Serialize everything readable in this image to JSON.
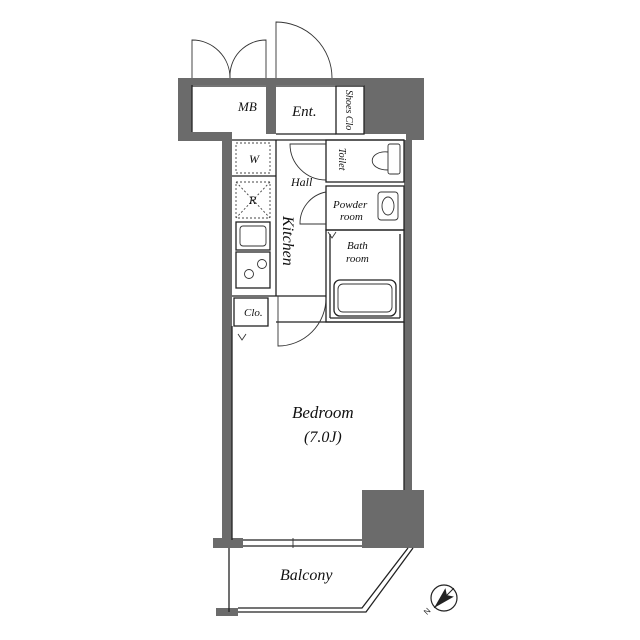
{
  "rooms": {
    "mb": "MB",
    "entrance": "Ent.",
    "shoes_closet": "Shoes Clo",
    "toilet": "Toilet",
    "washer": "W",
    "hall": "Hall",
    "refrigerator": "R",
    "powder_line1": "Powder",
    "powder_line2": "room",
    "kitchen": "Kitchen",
    "bath_line1": "Bath",
    "bath_line2": "room",
    "closet": "Clo.",
    "bedroom": "Bedroom",
    "bedroom_size": "(7.0J)",
    "balcony": "Balcony"
  },
  "compass": {
    "label": "N",
    "icon": "north-arrow-icon"
  },
  "colors": {
    "wall": "#6b6b6b",
    "line": "#222222",
    "background": "#ffffff"
  }
}
